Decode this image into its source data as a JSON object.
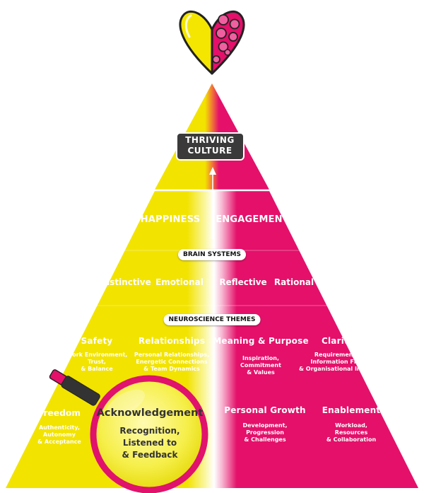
{
  "top": {
    "title_line1": "THRIVING",
    "title_line2": "CULTURE"
  },
  "bands": {
    "left": "HAPPINESS",
    "right": "ENGAGEMENT"
  },
  "brain_systems": {
    "label": "BRAIN SYSTEMS",
    "items": [
      "Instinctive",
      "Emotional",
      "Reflective",
      "Rational"
    ]
  },
  "neuroscience_themes": {
    "label": "NEUROSCIENCE THEMES",
    "themes": [
      {
        "title": "Safety",
        "lines": [
          "Work Environment,",
          "Trust,",
          "& Balance"
        ]
      },
      {
        "title": "Relationships",
        "lines": [
          "Personal Relationships,",
          "Energetic Connections",
          "& Team Dynamics"
        ]
      },
      {
        "title": "Meaning & Purpose",
        "lines": [
          "Inspiration,",
          "Commitment",
          "& Values"
        ]
      },
      {
        "title": "Clarity",
        "lines": [
          "Requirements,",
          "Information Flow",
          "& Organisational Impact"
        ]
      },
      {
        "title": "Freedom",
        "lines": [
          "Authenticity,",
          "Autonomy",
          "& Acceptance"
        ]
      },
      {
        "title": "Personal Growth",
        "lines": [
          "Development,",
          "Progression",
          "& Challenges"
        ]
      },
      {
        "title": "Enablement",
        "lines": [
          "Workload,",
          "Resources",
          "& Collaboration"
        ]
      }
    ]
  },
  "magnifier": {
    "title": "Acknowledgement",
    "lines": [
      "Recognition,",
      "Listened to",
      "& Feedback"
    ]
  },
  "colors": {
    "yellow": "#f2e300",
    "pink": "#e4106a",
    "dark": "#333333",
    "ring": "#e0126c"
  },
  "icons": {
    "top": "heart-brain-icon",
    "magnifier": "magnifying-glass-icon"
  }
}
